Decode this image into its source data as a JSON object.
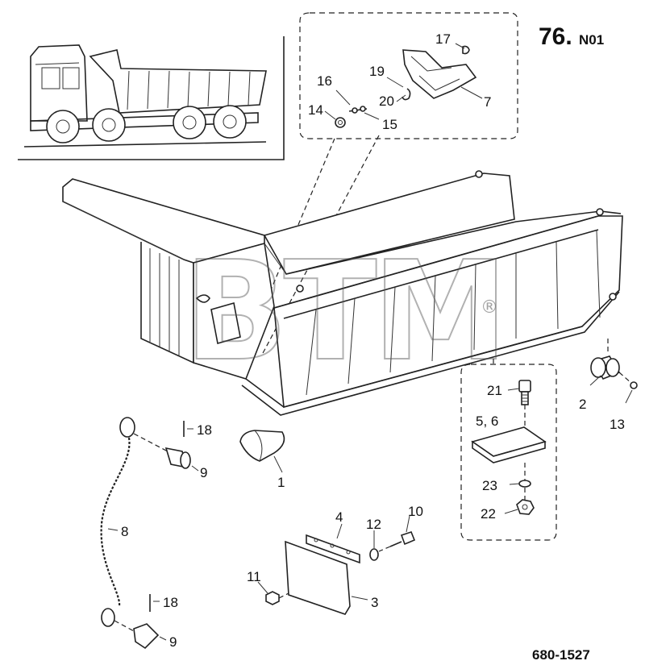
{
  "sheet": {
    "number": "76.",
    "suffix": "N01",
    "drawing_code": "680-1527"
  },
  "watermark": {
    "text": "BTM",
    "registered": "®"
  },
  "callouts": [
    {
      "id": "1",
      "label": "1"
    },
    {
      "id": "2",
      "label": "2"
    },
    {
      "id": "3",
      "label": "3"
    },
    {
      "id": "4",
      "label": "4"
    },
    {
      "id": "5-6",
      "label": "5, 6"
    },
    {
      "id": "7",
      "label": "7"
    },
    {
      "id": "8",
      "label": "8"
    },
    {
      "id": "9a",
      "label": "9"
    },
    {
      "id": "9b",
      "label": "9"
    },
    {
      "id": "10",
      "label": "10"
    },
    {
      "id": "11",
      "label": "11"
    },
    {
      "id": "12",
      "label": "12"
    },
    {
      "id": "13",
      "label": "13"
    },
    {
      "id": "14",
      "label": "14"
    },
    {
      "id": "15",
      "label": "15"
    },
    {
      "id": "16",
      "label": "16"
    },
    {
      "id": "17",
      "label": "17"
    },
    {
      "id": "18a",
      "label": "18"
    },
    {
      "id": "18b",
      "label": "18"
    },
    {
      "id": "19",
      "label": "19"
    },
    {
      "id": "20",
      "label": "20"
    },
    {
      "id": "21",
      "label": "21"
    },
    {
      "id": "22",
      "label": "22"
    },
    {
      "id": "23",
      "label": "23"
    }
  ]
}
